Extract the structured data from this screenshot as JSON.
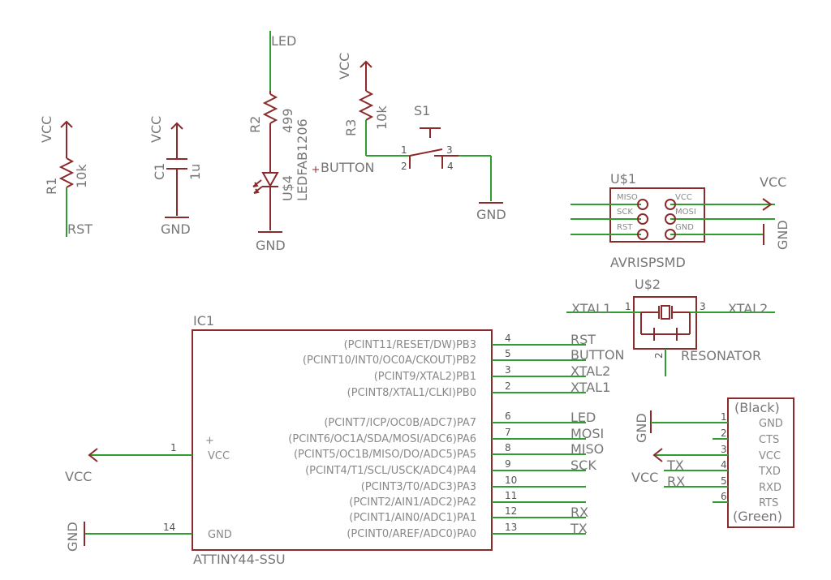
{
  "power": {
    "r1_vcc": "VCC",
    "r1_name": "R1",
    "r1_value": "10k",
    "r1_net": "RST",
    "c1_vcc": "VCC",
    "c1_name": "C1",
    "c1_value": "1u",
    "c1_gnd": "GND",
    "led_net": "LED",
    "r2_name": "R2",
    "r2_value": "499",
    "u4_name": "U$4",
    "u4_value": "LEDFAB1206",
    "led_gnd": "GND",
    "r3_vcc": "VCC",
    "r3_name": "R3",
    "r3_value": "10k",
    "s1_name": "S1",
    "s1_pin1": "1",
    "s1_pin2": "2",
    "s1_pin3": "3",
    "s1_pin4": "4",
    "button_net": "BUTTON",
    "s1_gnd": "GND"
  },
  "isp": {
    "name": "U$1",
    "value": "AVRISPSMD",
    "pins_left": [
      "MISO",
      "SCK",
      "RST"
    ],
    "pins_right": [
      "VCC",
      "MOSI",
      "GND"
    ],
    "vcc_label": "VCC",
    "gnd_label": "GND"
  },
  "resonator": {
    "name": "U$2",
    "value": "RESONATOR",
    "left_net": "XTAL1",
    "right_net": "XTAL2",
    "pin1": "1",
    "pin2": "2",
    "pin3": "3"
  },
  "ic": {
    "name": "IC1",
    "value": "ATTINY44-SSU",
    "vcc_pin": "VCC",
    "vcc_num": "1",
    "vcc_label": "VCC",
    "gnd_pin": "GND",
    "gnd_num": "14",
    "gnd_label": "GND",
    "plus": "+",
    "pins": [
      {
        "label": "(PCINT11/RESET/DW)PB3",
        "num": "4",
        "net": "RST"
      },
      {
        "label": "(PCINT10/INT0/OC0A/CKOUT)PB2",
        "num": "5",
        "net": "BUTTON"
      },
      {
        "label": "(PCINT9/XTAL2)PB1",
        "num": "3",
        "net": "XTAL2"
      },
      {
        "label": "(PCINT8/XTAL1/CLKI)PB0",
        "num": "2",
        "net": "XTAL1"
      },
      {
        "label": "(PCINT7/ICP/OC0B/ADC7)PA7",
        "num": "6",
        "net": "LED"
      },
      {
        "label": "(PCINT6/OC1A/SDA/MOSI/ADC6)PA6",
        "num": "7",
        "net": "MOSI"
      },
      {
        "label": "(PCINT5/OC1B/MISO/DO/ADC5)PA5",
        "num": "8",
        "net": "MISO"
      },
      {
        "label": "(PCINT4/T1/SCL/USCK/ADC4)PA4",
        "num": "9",
        "net": "SCK"
      },
      {
        "label": "(PCINT3/T0/ADC3)PA3",
        "num": "10",
        "net": ""
      },
      {
        "label": "(PCINT2/AIN1/ADC2)PA2",
        "num": "11",
        "net": ""
      },
      {
        "label": "(PCINT1/AIN0/ADC1)PA1",
        "num": "12",
        "net": "RX"
      },
      {
        "label": "(PCINT0/AREF/ADC0)PA0",
        "num": "13",
        "net": "TX"
      }
    ]
  },
  "ftdi": {
    "top": "(Black)",
    "bottom": "(Green)",
    "pins": [
      {
        "num": "1",
        "label": "GND"
      },
      {
        "num": "2",
        "label": "CTS"
      },
      {
        "num": "3",
        "label": "VCC"
      },
      {
        "num": "4",
        "label": "TXD"
      },
      {
        "num": "5",
        "label": "RXD"
      },
      {
        "num": "6",
        "label": "RTS"
      }
    ],
    "gnd_label": "GND",
    "vcc_label": "VCC",
    "tx_net": "TX",
    "rx_net": "RX"
  }
}
